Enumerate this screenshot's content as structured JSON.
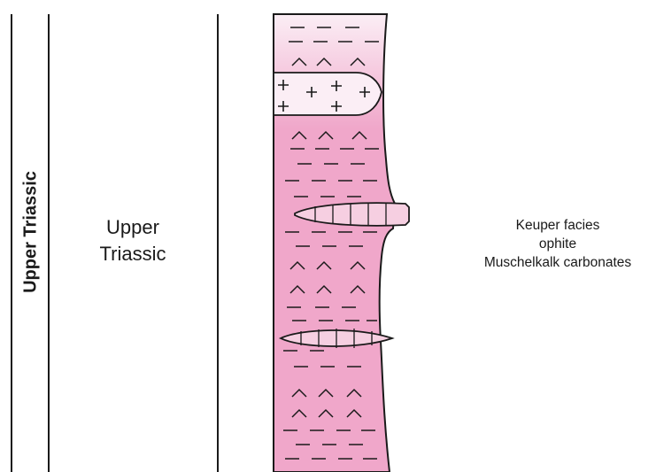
{
  "system_label": "Upper Triassic",
  "unit_label": [
    "Upper",
    "Triassic"
  ],
  "legend": {
    "items": [
      "Keuper facies",
      "ophite",
      "Muschelkalk carbonates"
    ]
  },
  "colors": {
    "column_fill_top": "#fbeef5",
    "column_fill": "#f0a7ca",
    "line": "#1a1a1a"
  }
}
